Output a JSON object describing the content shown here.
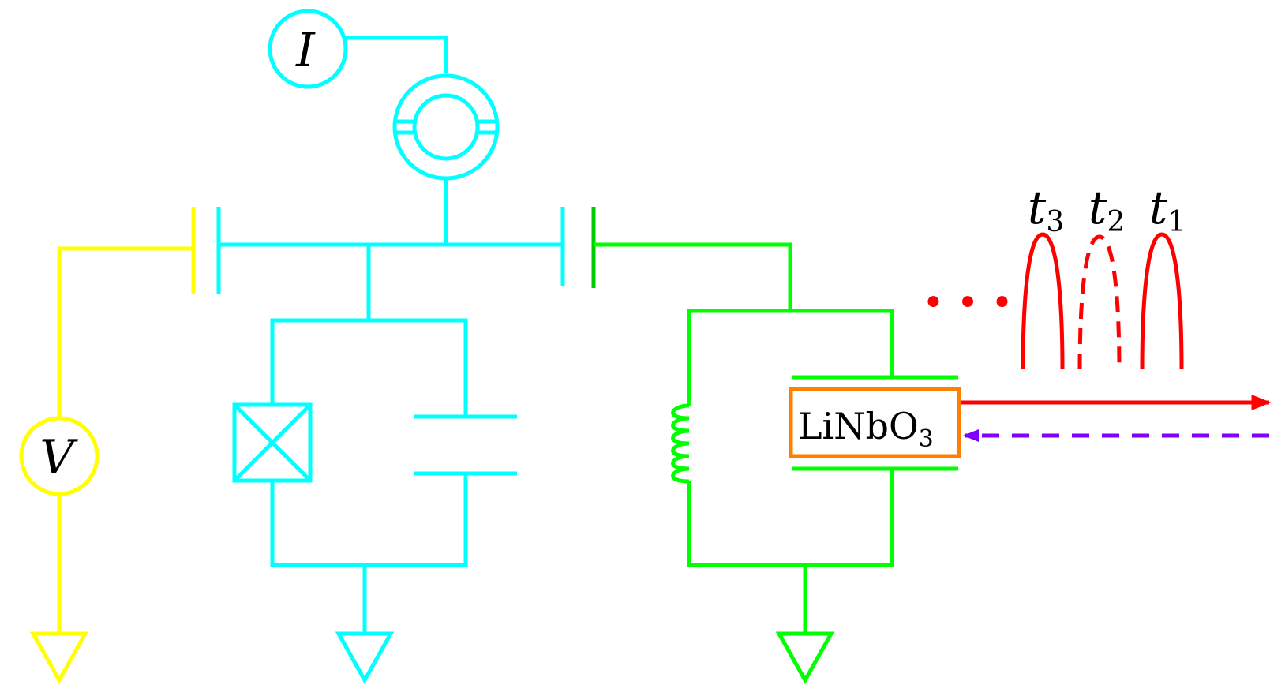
{
  "colors": {
    "yellow": "#ffff00",
    "cyan": "#00ffff",
    "green": "#00ff00",
    "dark_green": "#00cc00",
    "red": "#ff0000",
    "orange": "#ff8000",
    "purple": "#7f00ff",
    "text": "#000000"
  },
  "labels": {
    "current_meter": "I",
    "voltage_meter": "V",
    "crystal": "LiNbO",
    "crystal_subscript": "3",
    "ellipsis": "• • •"
  },
  "pulses": [
    {
      "label": "t",
      "subscript": "3",
      "style": "solid"
    },
    {
      "label": "t",
      "subscript": "2",
      "style": "dashed"
    },
    {
      "label": "t",
      "subscript": "1",
      "style": "solid"
    }
  ],
  "icons": {
    "current_meter": "ammeter-circle-icon",
    "voltage_meter": "voltmeter-circle-icon",
    "squid": "squid-ring-icon",
    "junction": "josephson-junction-icon",
    "inductor": "inductor-coil-icon",
    "ground": "ground-triangle-icon"
  }
}
